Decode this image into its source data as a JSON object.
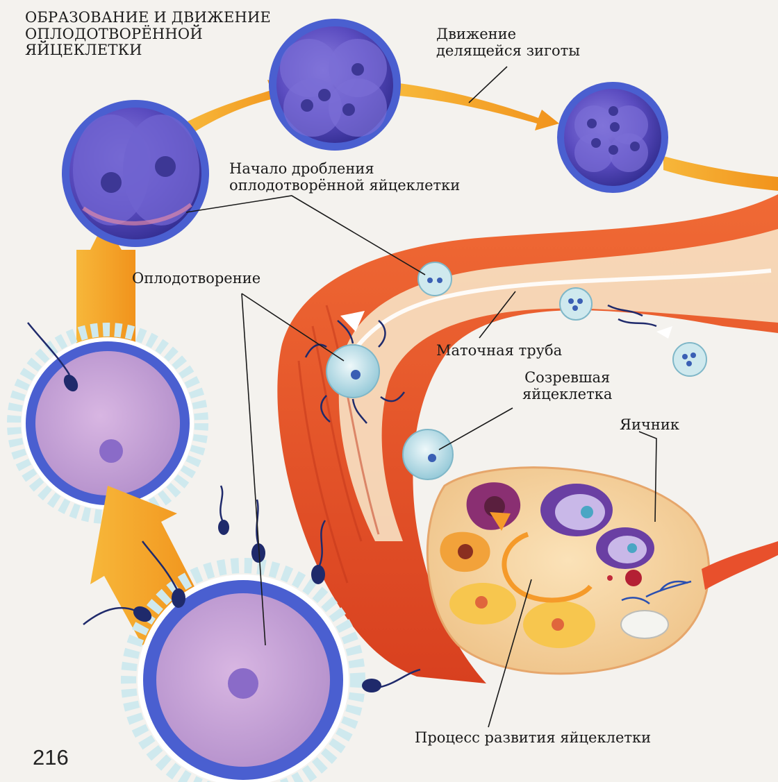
{
  "title": "ОБРАЗОВАНИЕ И ДВИЖЕНИЕ ОПЛОДОТВОРЁННОЙ ЯЙЦЕКЛЕТКИ",
  "labels": {
    "zygote_movement": [
      "Движение",
      "делящейся зиготы"
    ],
    "cleavage_start": [
      "Начало дробления",
      "оплодотворённой яйцеклетки"
    ],
    "fertilization": "Оплодотворение",
    "fallopian_tube": "Маточная труба",
    "mature_egg": [
      "Созревшая",
      "яйцеклетка"
    ],
    "ovary": "Яичник",
    "egg_development": "Процесс развития яйцеклетки"
  },
  "page_number": "216",
  "colors": {
    "cell_purple": "#5a4fb8",
    "zona_blue": "#4a5fd0",
    "cytoplasm": "#c9a3d6",
    "arrow_orange": "#f5a623",
    "tube_red": "#e8502c",
    "tube_cream": "#f7e2c4",
    "corona_blue": "#bfe3ee",
    "sperm_navy": "#1f2a6b"
  }
}
